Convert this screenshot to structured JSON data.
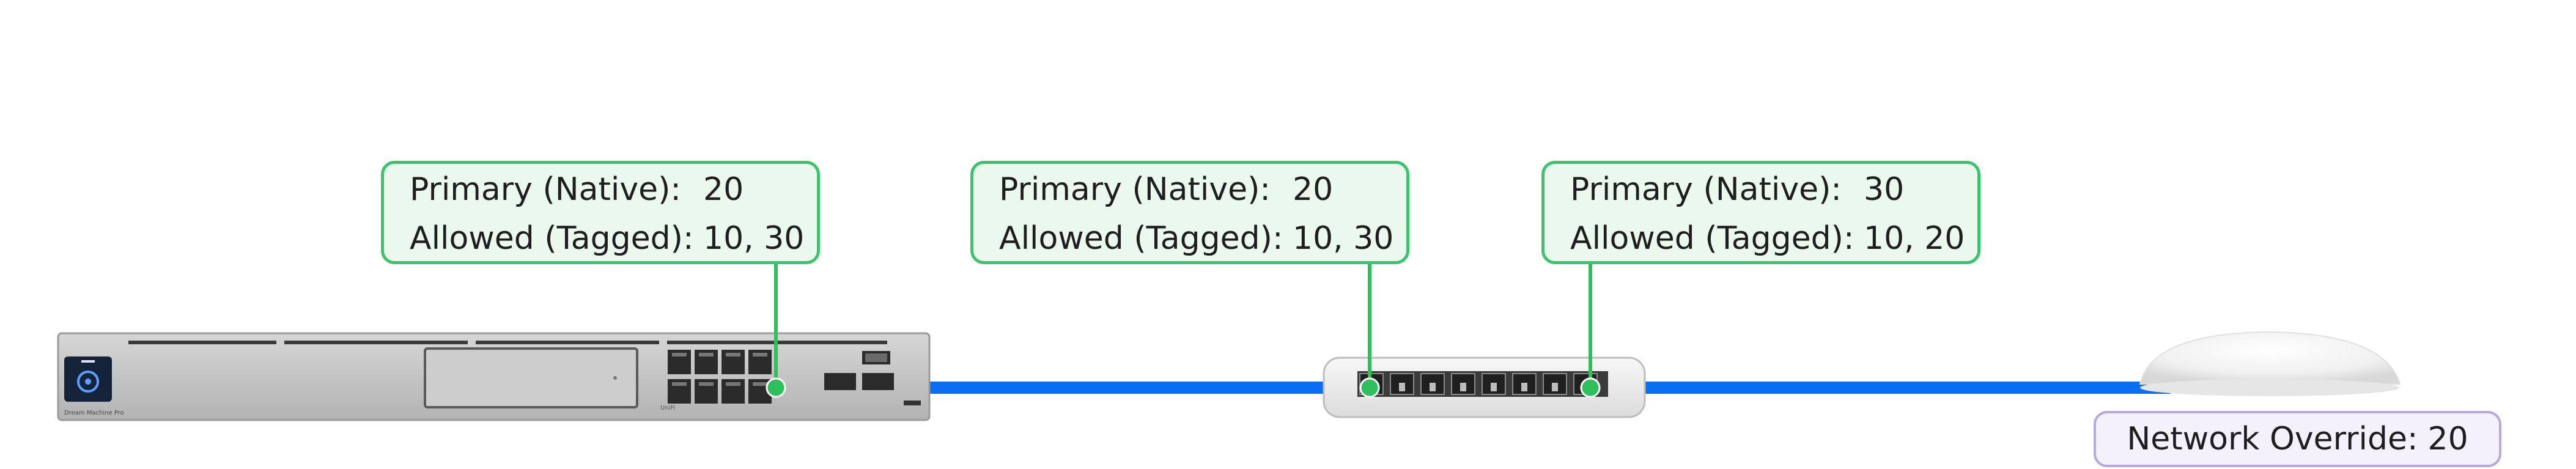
{
  "colors": {
    "cable": "#0a6ef0",
    "label_border": "#3cc46a",
    "label_fill": "#eaf8ee",
    "override_border": "#b7a8df",
    "override_fill": "#f4f0fc"
  },
  "devices": [
    {
      "name": "Dream Machine Pro",
      "brand": "UniFi",
      "kind": "rack-gateway"
    },
    {
      "name": "",
      "kind": "desktop-switch"
    },
    {
      "name": "",
      "kind": "ceiling-access-point"
    }
  ],
  "port_labels": [
    {
      "primary_key": "Primary (Native):",
      "primary_value": "20",
      "allowed_key": "Allowed (Tagged):",
      "allowed_value": "10, 30"
    },
    {
      "primary_key": "Primary (Native):",
      "primary_value": "20",
      "allowed_key": "Allowed (Tagged):",
      "allowed_value": "10, 30"
    },
    {
      "primary_key": "Primary (Native):",
      "primary_value": "30",
      "allowed_key": "Allowed (Tagged):",
      "allowed_value": "10, 20"
    }
  ],
  "override": {
    "label": "Network Override:",
    "value": "20"
  }
}
